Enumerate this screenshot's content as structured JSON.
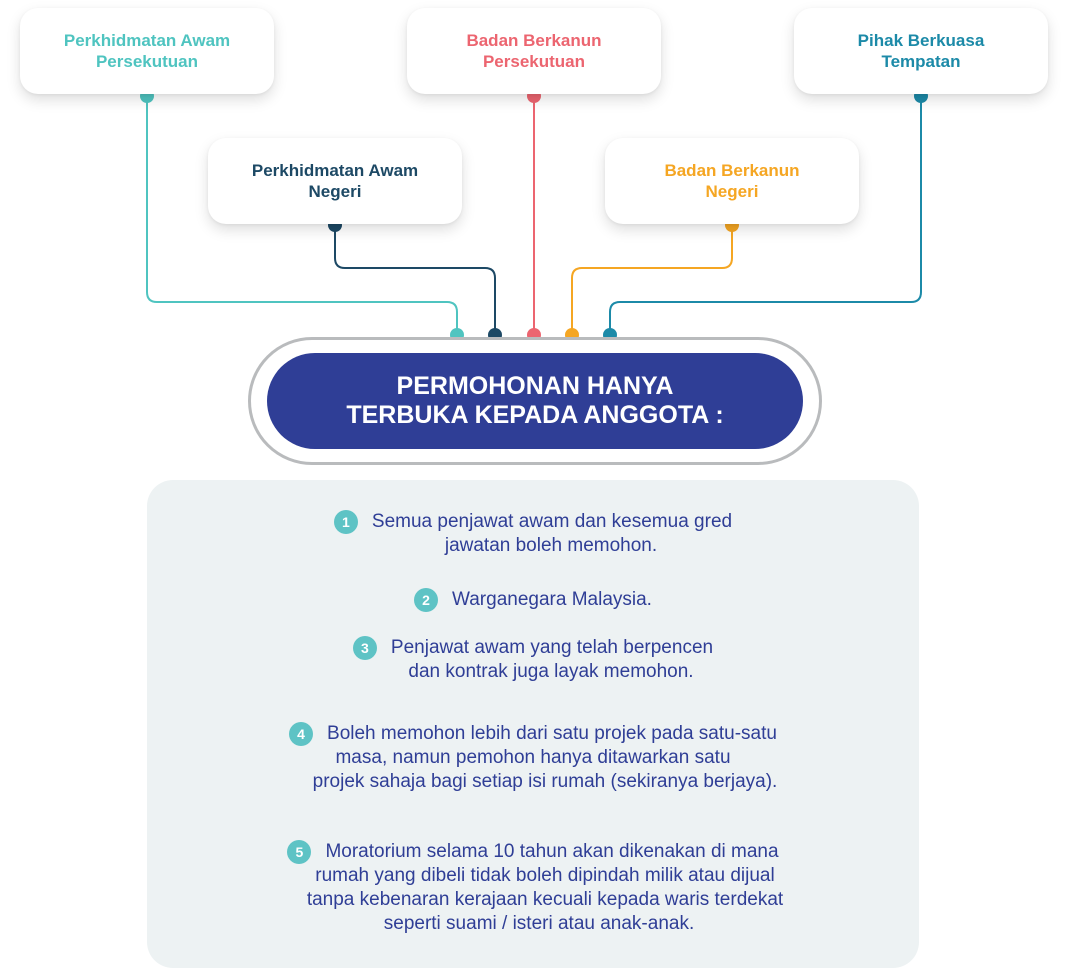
{
  "colors": {
    "teal_light": "#4fc4c0",
    "navy": "#1d4965",
    "coral": "#ec6570",
    "orange": "#f5a623",
    "teal_dark": "#1c8aa8",
    "banner": "#2f3e96",
    "body_text": "#2f3e96",
    "panel_bg": "#edf2f3",
    "number_badge": "#5ec3c5"
  },
  "categories": [
    {
      "id": "fed-public-service",
      "lines": [
        "Perkhidmatan Awam",
        "Persekutuan"
      ],
      "color": "#4fc4c0"
    },
    {
      "id": "fed-statutory-body",
      "lines": [
        "Badan Berkanun",
        "Persekutuan"
      ],
      "color": "#ec6570"
    },
    {
      "id": "local-authority",
      "lines": [
        "Pihak Berkuasa",
        "Tempatan"
      ],
      "color": "#1c8aa8"
    },
    {
      "id": "state-public-service",
      "lines": [
        "Perkhidmatan Awam",
        "Negeri"
      ],
      "color": "#1d4965"
    },
    {
      "id": "state-statutory-body",
      "lines": [
        "Badan Berkanun",
        "Negeri"
      ],
      "color": "#f5a623"
    }
  ],
  "banner": {
    "lines": [
      "PERMOHONAN HANYA",
      "TERBUKA KEPADA ANGGOTA :"
    ]
  },
  "requirements": [
    {
      "number": "1",
      "lines": [
        "Semua penjawat awam dan kesemua gred",
        "jawatan boleh memohon."
      ]
    },
    {
      "number": "2",
      "lines": [
        "Warganegara Malaysia."
      ]
    },
    {
      "number": "3",
      "lines": [
        "Penjawat awam yang telah berpencen",
        "dan kontrak juga layak memohon."
      ]
    },
    {
      "number": "4",
      "lines": [
        "Boleh memohon lebih dari satu projek pada satu-satu",
        "masa, namun pemohon hanya ditawarkan satu",
        "projek sahaja bagi setiap isi rumah (sekiranya berjaya)."
      ]
    },
    {
      "number": "5",
      "lines": [
        "Moratorium selama 10 tahun akan dikenakan di mana",
        "rumah yang dibeli tidak boleh dipindah milik atau dijual",
        "tanpa kebenaran kerajaan kecuali kepada waris terdekat",
        "seperti suami / isteri atau anak-anak."
      ]
    }
  ]
}
